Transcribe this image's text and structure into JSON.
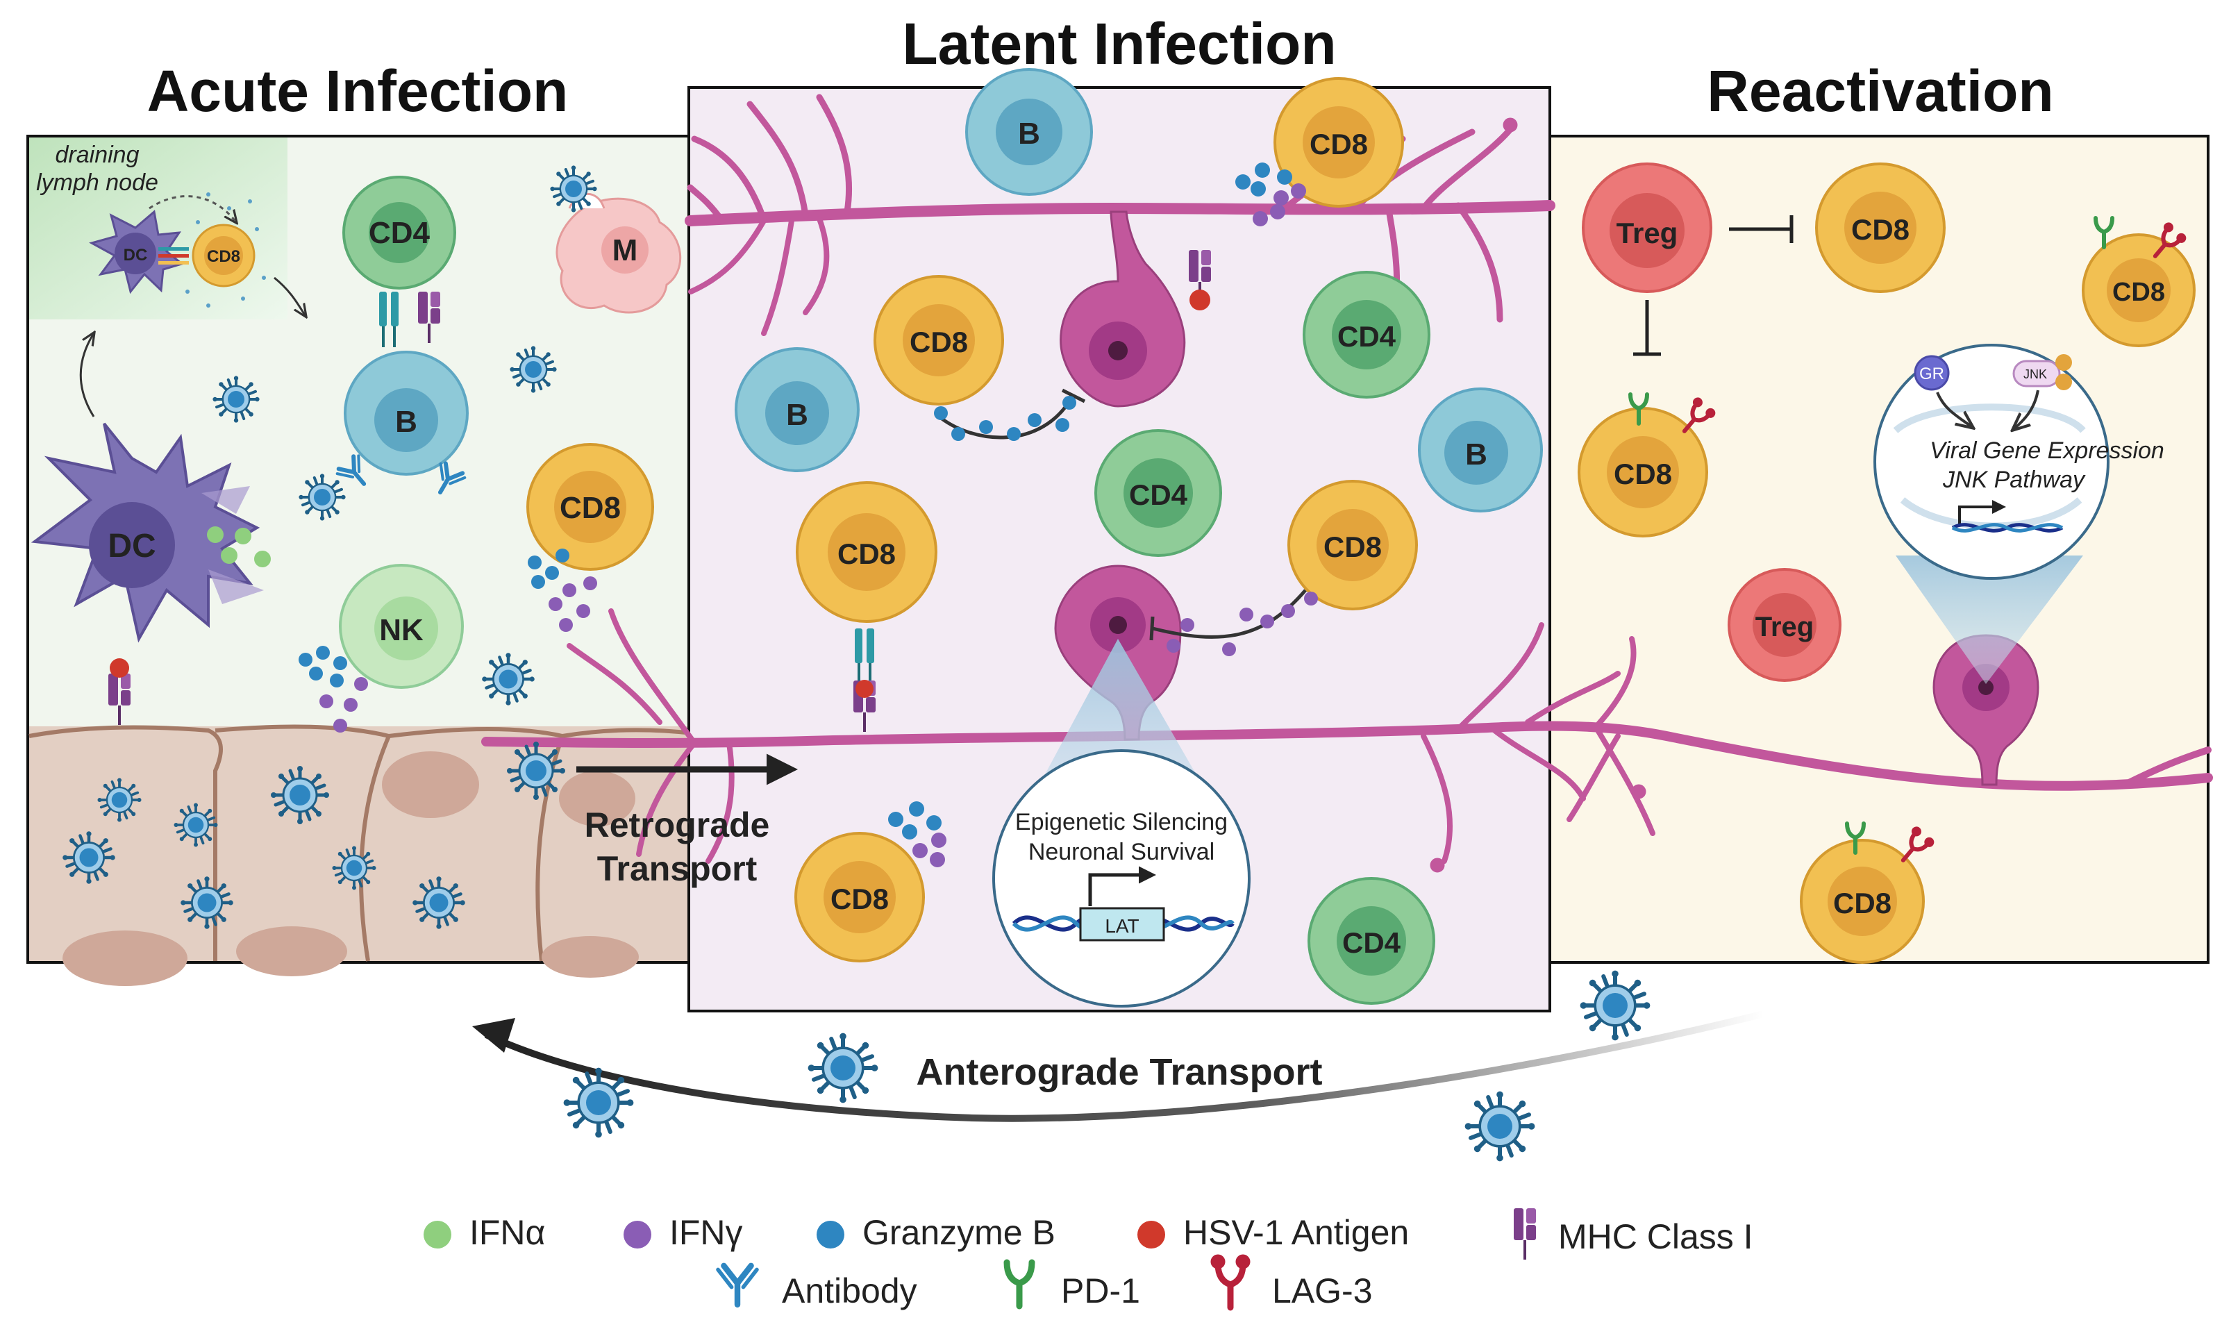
{
  "panels": {
    "acute": {
      "title": "Acute Infection",
      "inset_label_line1": "draining",
      "inset_label_line2": "lymph node",
      "cells": {
        "dc_small": "DC",
        "cd8_small": "CD8",
        "cd4": "CD4",
        "b": "B",
        "m": "M",
        "dc": "DC",
        "cd8": "CD8",
        "nk": "NK"
      }
    },
    "latent": {
      "title": "Latent Infection",
      "cells": {
        "b1": "B",
        "cd8_top": "CD8",
        "cd8_a": "CD8",
        "cd4_a": "CD4",
        "b2": "B",
        "b3": "B",
        "cd4_b": "CD4",
        "cd8_b": "CD8",
        "cd8_c": "CD8",
        "cd8_d": "CD8",
        "cd4_c": "CD4"
      },
      "zoom_line1": "Epigenetic Silencing",
      "zoom_line2": "Neuronal Survival",
      "zoom_gene": "LAT"
    },
    "reactivation": {
      "title": "Reactivation",
      "cells": {
        "treg1": "Treg",
        "cd8_a": "CD8",
        "cd8_b": "CD8",
        "cd8_c": "CD8",
        "treg2": "Treg",
        "cd8_d": "CD8"
      },
      "zoom_gr": "GR",
      "zoom_jnk": "JNK",
      "zoom_line1": "Viral Gene Expression",
      "zoom_line2": "JNK Pathway"
    }
  },
  "arrows": {
    "retrograde_line1": "Retrograde",
    "retrograde_line2": "Transport",
    "anterograde": "Anterograde Transport"
  },
  "legend": [
    {
      "label": "IFNα",
      "icon": "dot-icon",
      "color": "#8fcf7e"
    },
    {
      "label": "IFNγ",
      "icon": "dot-icon",
      "color": "#8a5db5"
    },
    {
      "label": "Granzyme B",
      "icon": "dot-icon",
      "color": "#2e86c1"
    },
    {
      "label": "HSV-1 Antigen",
      "icon": "dot-icon",
      "color": "#d0392b"
    },
    {
      "label": "MHC Class I",
      "icon": "mhc-icon",
      "color": "#7b3f8a"
    },
    {
      "label": "Antibody",
      "icon": "antibody-icon",
      "color": "#2e86c1"
    },
    {
      "label": "PD-1",
      "icon": "receptor-icon",
      "color": "#3a9a4a"
    },
    {
      "label": "LAG-3",
      "icon": "receptor-icon",
      "color": "#b8213a"
    }
  ],
  "colors": {
    "cd8": "#f2c052",
    "cd8_nucleus": "#e3a43c",
    "cd4": "#8fcc98",
    "cd4_nucleus": "#5aaa72",
    "b": "#8ec9d8",
    "b_nucleus": "#5ea7c3",
    "treg": "#ec7878",
    "treg_nucleus": "#d75a5a",
    "nk": "#c7e8c0",
    "dc": "#7d72b4",
    "neuron": "#c2579c",
    "virus": "#2e86c1"
  }
}
